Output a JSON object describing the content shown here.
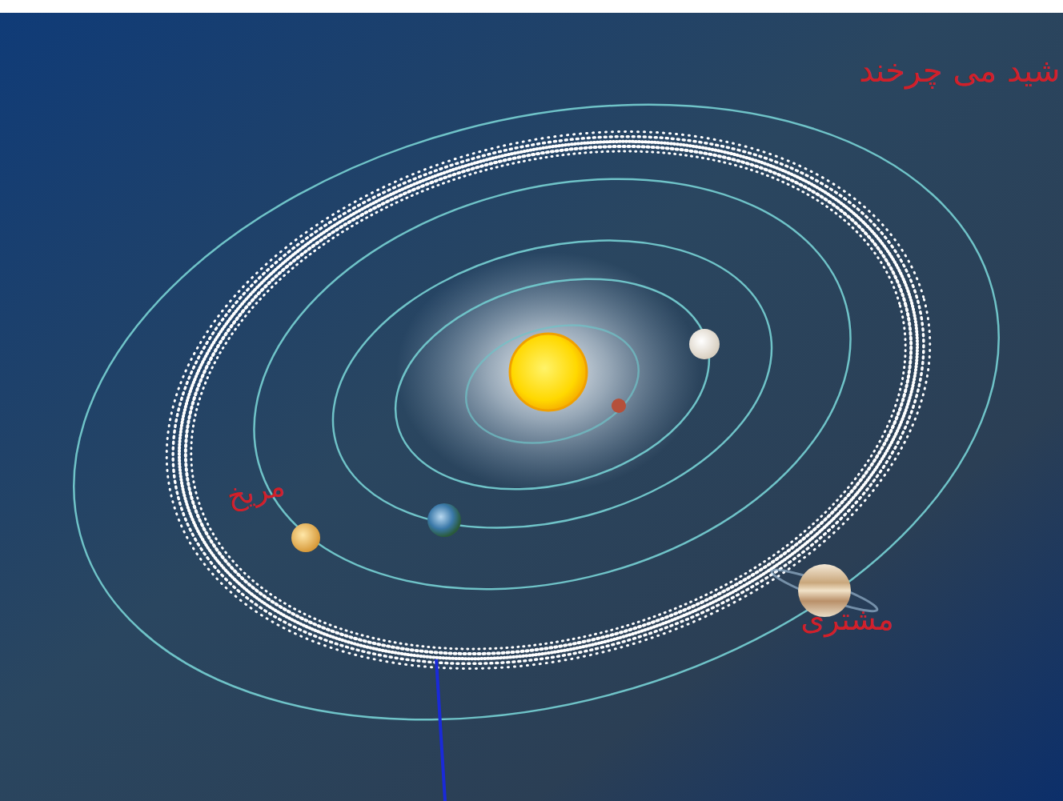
{
  "diagram": {
    "labels": [
      "شید می چرخند",
      "مریخ",
      "مشتری"
    ]
  }
}
